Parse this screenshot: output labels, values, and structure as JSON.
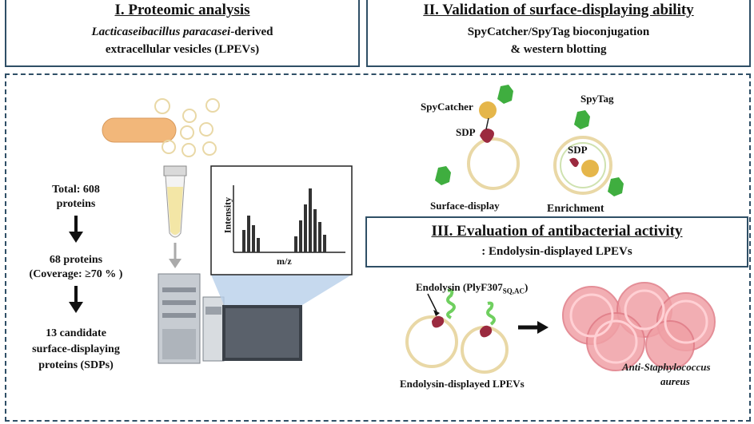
{
  "panel1": {
    "title": "I. Proteomic analysis",
    "subtitle_italic": "Lacticaseibacillus paracasei",
    "subtitle_rest": "-derived",
    "subtitle_line2": "extracellular vesicles (LPEVs)"
  },
  "panel2": {
    "title": "II. Validation of surface-displaying ability",
    "line1": "SpyCatcher/SpyTag bioconjugation",
    "line2": "& western blotting",
    "spycatcher": "SpyCatcher",
    "spytag": "SpyTag",
    "sdp_left": "SDP",
    "sdp_right": "SDP",
    "surface_display": "Surface-display",
    "enrichment": "Enrichment"
  },
  "funnel": {
    "step1_line1": "Total: 608",
    "step1_line2": "proteins",
    "step2_line1": "68 proteins",
    "step2_line2": "(Coverage: ≥70 % )",
    "step3_line1": "13 candidate",
    "step3_line2": "surface-displaying",
    "step3_line3": "proteins (SDPs)"
  },
  "spectrum": {
    "ylabel": "Intensity",
    "xlabel": "m/z"
  },
  "panel3": {
    "title": "III. Evaluation of antibacterial activity",
    "subtitle": ": Endolysin-displayed LPEVs",
    "endolysin_label": "Endolysin (PlyF307",
    "endolysin_sub": "SQ,AC",
    "endolysin_close": ")",
    "displayed_label": "Endolysin-displayed LPEVs",
    "target_italic_prefix": "Anti-",
    "target_italic": "Staphylococcus",
    "target_line2": "aureus"
  },
  "colors": {
    "border": "#2f4f66",
    "bacterium": "#f2b77a",
    "vesicle": "#e9d8a6",
    "spycatcher": "#e5b64a",
    "spytag": "#3fae3f",
    "sdp": "#9b2a3f",
    "endolysin": "#6fcf5f",
    "staph": "#f0a0a6",
    "spectrum_shade": "#b8d0ea"
  }
}
